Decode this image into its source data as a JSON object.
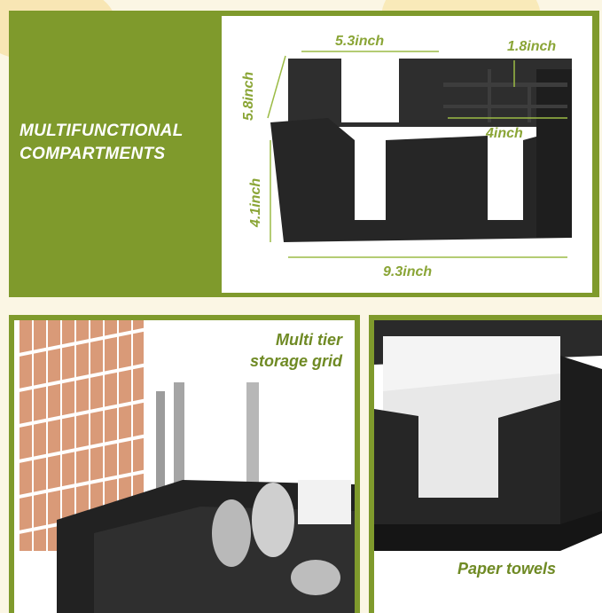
{
  "top": {
    "title_line1": "MULTIFUNCTIONAL",
    "title_line2": "COMPARTMENTS",
    "dims": {
      "top_width": "5.3inch",
      "depth": "5.8inch",
      "compartment_height": "1.8inch",
      "compartment_width": "4inch",
      "height": "4.1inch",
      "length": "9.3inch"
    }
  },
  "bottom_left": {
    "caption_line1": "Multi tier",
    "caption_line2": "storage grid"
  },
  "bottom_right": {
    "caption": "Paper towels"
  },
  "colors": {
    "accent": "#7f9a2c",
    "dim_text": "#8aa536",
    "organizer": "#2b2b2b"
  }
}
